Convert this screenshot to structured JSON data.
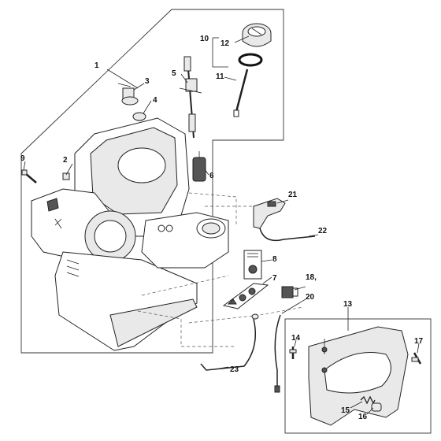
{
  "callouts": [
    {
      "id": "c1",
      "text": "1"
    },
    {
      "id": "c2",
      "text": "2"
    },
    {
      "id": "c3",
      "text": "3"
    },
    {
      "id": "c4",
      "text": "4"
    },
    {
      "id": "c5",
      "text": "5"
    },
    {
      "id": "c6",
      "text": "6"
    },
    {
      "id": "c7",
      "text": "7"
    },
    {
      "id": "c8",
      "text": "8"
    },
    {
      "id": "c9",
      "text": "9"
    },
    {
      "id": "c10",
      "text": "10"
    },
    {
      "id": "c11",
      "text": "11"
    },
    {
      "id": "c12",
      "text": "12"
    },
    {
      "id": "c13",
      "text": "13"
    },
    {
      "id": "c14",
      "text": "14"
    },
    {
      "id": "c15",
      "text": "15"
    },
    {
      "id": "c16",
      "text": "16"
    },
    {
      "id": "c17",
      "text": "17"
    },
    {
      "id": "c18",
      "text": "18,"
    },
    {
      "id": "c20",
      "text": "20"
    },
    {
      "id": "c21",
      "text": "21"
    },
    {
      "id": "c22",
      "text": "22"
    },
    {
      "id": "c23",
      "text": "23"
    }
  ]
}
